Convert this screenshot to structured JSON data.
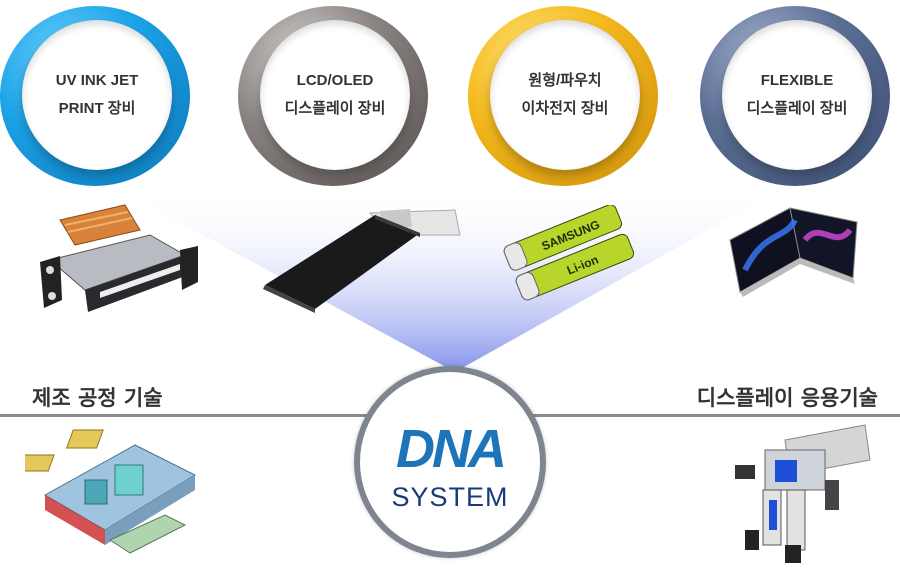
{
  "circles": [
    {
      "line1": "UV INK JET",
      "line2": "PRINT 장비",
      "color": "#1aa3e6",
      "color_dark": "#0b6fb3"
    },
    {
      "line1": "LCD/OLED",
      "line2": "디스플레이 장비",
      "color": "#8a8582",
      "color_dark": "#4d4745"
    },
    {
      "line1": "원형/파우치",
      "line2": "이차전지 장비",
      "color": "#f4b81c",
      "color_dark": "#c98a07"
    },
    {
      "line1": "FLEXIBLE",
      "line2": "디스플레이 장비",
      "color": "#5c6f95",
      "color_dark": "#34466a"
    }
  ],
  "left_label": "제조 공정 기술",
  "right_label": "디스플레이 응용기술",
  "logo": {
    "top": "DNA",
    "bottom": "SYSTEM",
    "color_top": "#1e74b8",
    "color_bottom": "#1a3a78"
  },
  "battery_text": "SAMSUNG",
  "battery_subtext": "Li-ion"
}
